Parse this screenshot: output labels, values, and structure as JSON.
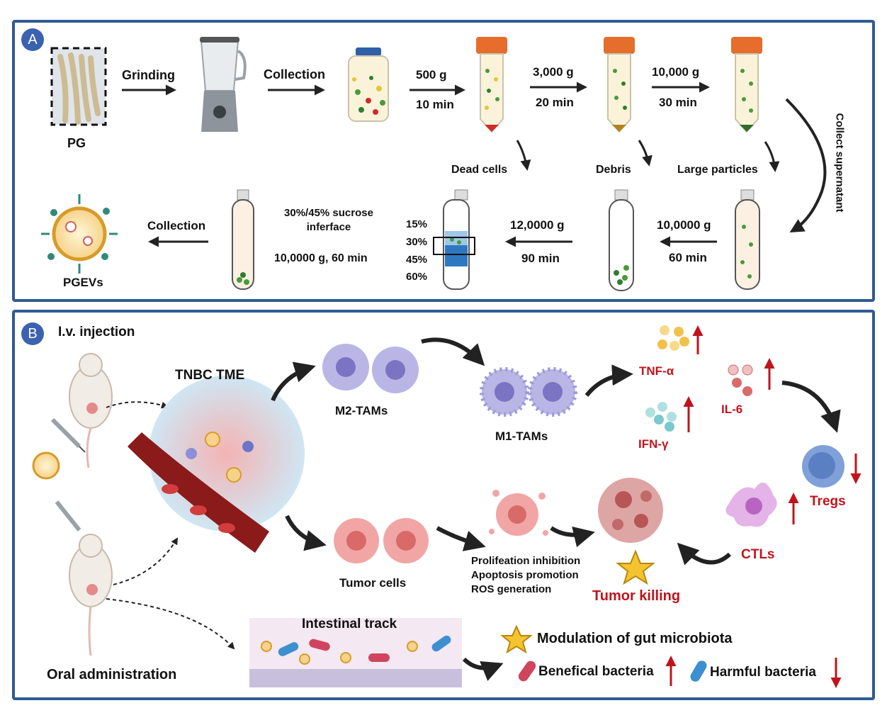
{
  "panel_a": {
    "badge": "A",
    "pg_label": "PG",
    "step_grinding": "Grinding",
    "step_collection": "Collection",
    "spin1_speed": "500 g",
    "spin1_time": "10 min",
    "spin2_speed": "3,000 g",
    "spin2_time": "20 min",
    "spin3_speed": "10,000 g",
    "spin3_time": "30 min",
    "dead_cells": "Dead cells",
    "debris": "Debris",
    "large_particles": "Large particles",
    "collect_supernatant": "Collect supernatant",
    "spin4_speed": "10,0000 g",
    "spin4_time": "60 min",
    "spin5_speed": "12,0000 g",
    "spin5_time": "90 min",
    "gradient": [
      "15%",
      "30%",
      "45%",
      "60%"
    ],
    "interface_line1": "30%/45% sucrose",
    "interface_line2": "inferface",
    "interface_spin": "10,0000 g, 60 min",
    "final_collection": "Collection",
    "pgevs": "PGEVs"
  },
  "panel_b": {
    "badge": "B",
    "iv_injection": "I.v. injection",
    "tnbc_tme": "TNBC TME",
    "m2_tams": "M2-TAMs",
    "m1_tams": "M1-TAMs",
    "tnf": "TNF-α",
    "il6": "IL-6",
    "ifn": "IFN-γ",
    "tregs": "Tregs",
    "ctls": "CTLs",
    "tumor_cells": "Tumor cells",
    "effects": [
      "Prolifeation inhibition",
      "Apoptosis promotion",
      "ROS generation"
    ],
    "tumor_killing": "Tumor killing",
    "intestinal_track": "Intestinal track",
    "oral_admin": "Oral administration",
    "gut_modulation": "Modulation of gut microbiota",
    "beneficial": "Benefical bacteria",
    "harmful": "Harmful bacteria"
  },
  "colors": {
    "frame": "#2f5b93",
    "badge": "#3b62b0",
    "up_down_arrows": "#c0141c"
  }
}
